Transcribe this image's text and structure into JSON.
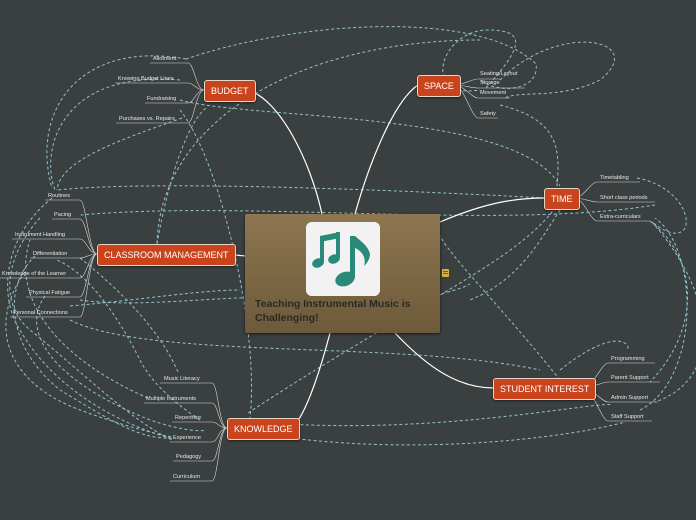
{
  "central": {
    "title": "Teaching Instrumental Music is Challenging!",
    "icon": "music-notes-icon"
  },
  "colors": {
    "background": "#3a3f3f",
    "branch": "#c9431c",
    "connector": "#ffffff",
    "relationship": "#9ed0dc",
    "central": "#8e7650"
  },
  "branches": {
    "budget": {
      "label": "BUDGET",
      "items": [
        "Allotment",
        "Knowing Budget Lines",
        "Fundraising",
        "Purchases vs. Repairs"
      ]
    },
    "space": {
      "label": "SPACE",
      "items": [
        "Storage",
        "Seating/Layout",
        "Movement",
        "Safety"
      ]
    },
    "time": {
      "label": "TIME",
      "items": [
        "Timetabling",
        "Short class periods",
        "Extra-curriculars"
      ]
    },
    "classroom": {
      "label": "CLASSROOM MANAGEMENT",
      "items": [
        "Routines",
        "Pacing",
        "Instrument Handling",
        "Differentiation",
        "Knowledge of the Learner",
        "Physical Fatigue",
        "Personal Connections"
      ]
    },
    "knowledge": {
      "label": "KNOWLEDGE",
      "items": [
        "Music Literacy",
        "Multiple Instruments",
        "Repertoire",
        "Experience",
        "Pedagogy",
        "Curriculum"
      ]
    },
    "interest": {
      "label": "STUDENT INTEREST",
      "items": [
        "Programming",
        "Parent Support",
        "Admin Support",
        "Staff Support"
      ]
    }
  }
}
